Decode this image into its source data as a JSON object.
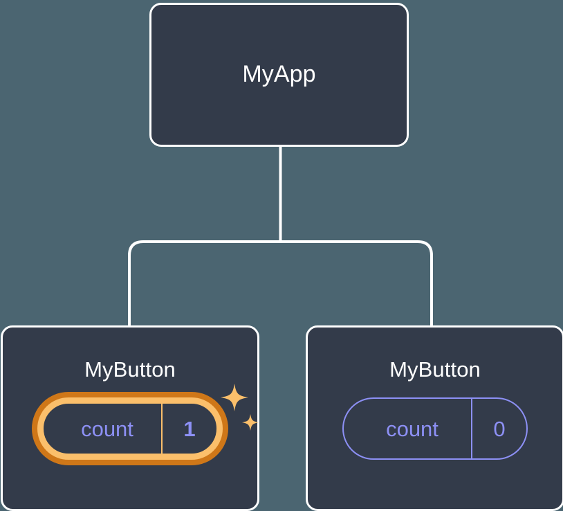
{
  "diagram": {
    "type": "component-tree",
    "background_color": "#4b6571",
    "node_fill_color": "#333b4a",
    "node_border_color": "#ffffff",
    "connector_color": "#ffffff",
    "accent_state_color": "#8d90f5",
    "highlight_inner_color": "#fbbf6b",
    "highlight_outer_color": "#cf7718",
    "root": {
      "title": "MyApp"
    },
    "children": [
      {
        "title": "MyButton",
        "state": {
          "name": "count",
          "value": "1",
          "highlighted": true,
          "sparkle_icon": "sparkles-icon"
        }
      },
      {
        "title": "MyButton",
        "state": {
          "name": "count",
          "value": "0",
          "highlighted": false
        }
      }
    ]
  }
}
